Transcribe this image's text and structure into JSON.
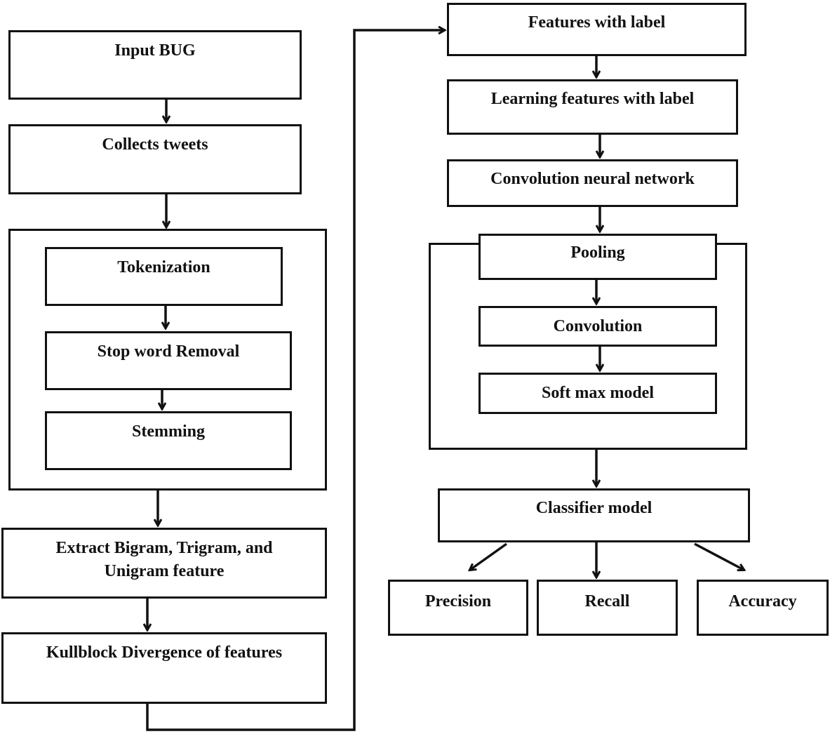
{
  "preprocessing": {
    "input_bug": "Input BUG",
    "collects_tweets": "Collects tweets",
    "tokenization": "Tokenization",
    "stop_word_removal": "Stop word Removal",
    "stemming": "Stemming",
    "extract_features": "Extract Bigram, Trigram, and\nUnigram feature",
    "kullblock": "Kullblock Divergence of features"
  },
  "model": {
    "features_with_label": "Features with label",
    "learning_features": "Learning features with label",
    "cnn": "Convolution neural network",
    "pooling": "Pooling",
    "convolution": "Convolution",
    "softmax": "Soft max model",
    "classifier": "Classifier model"
  },
  "metrics": {
    "precision": "Precision",
    "recall": "Recall",
    "accuracy": "Accuracy"
  }
}
